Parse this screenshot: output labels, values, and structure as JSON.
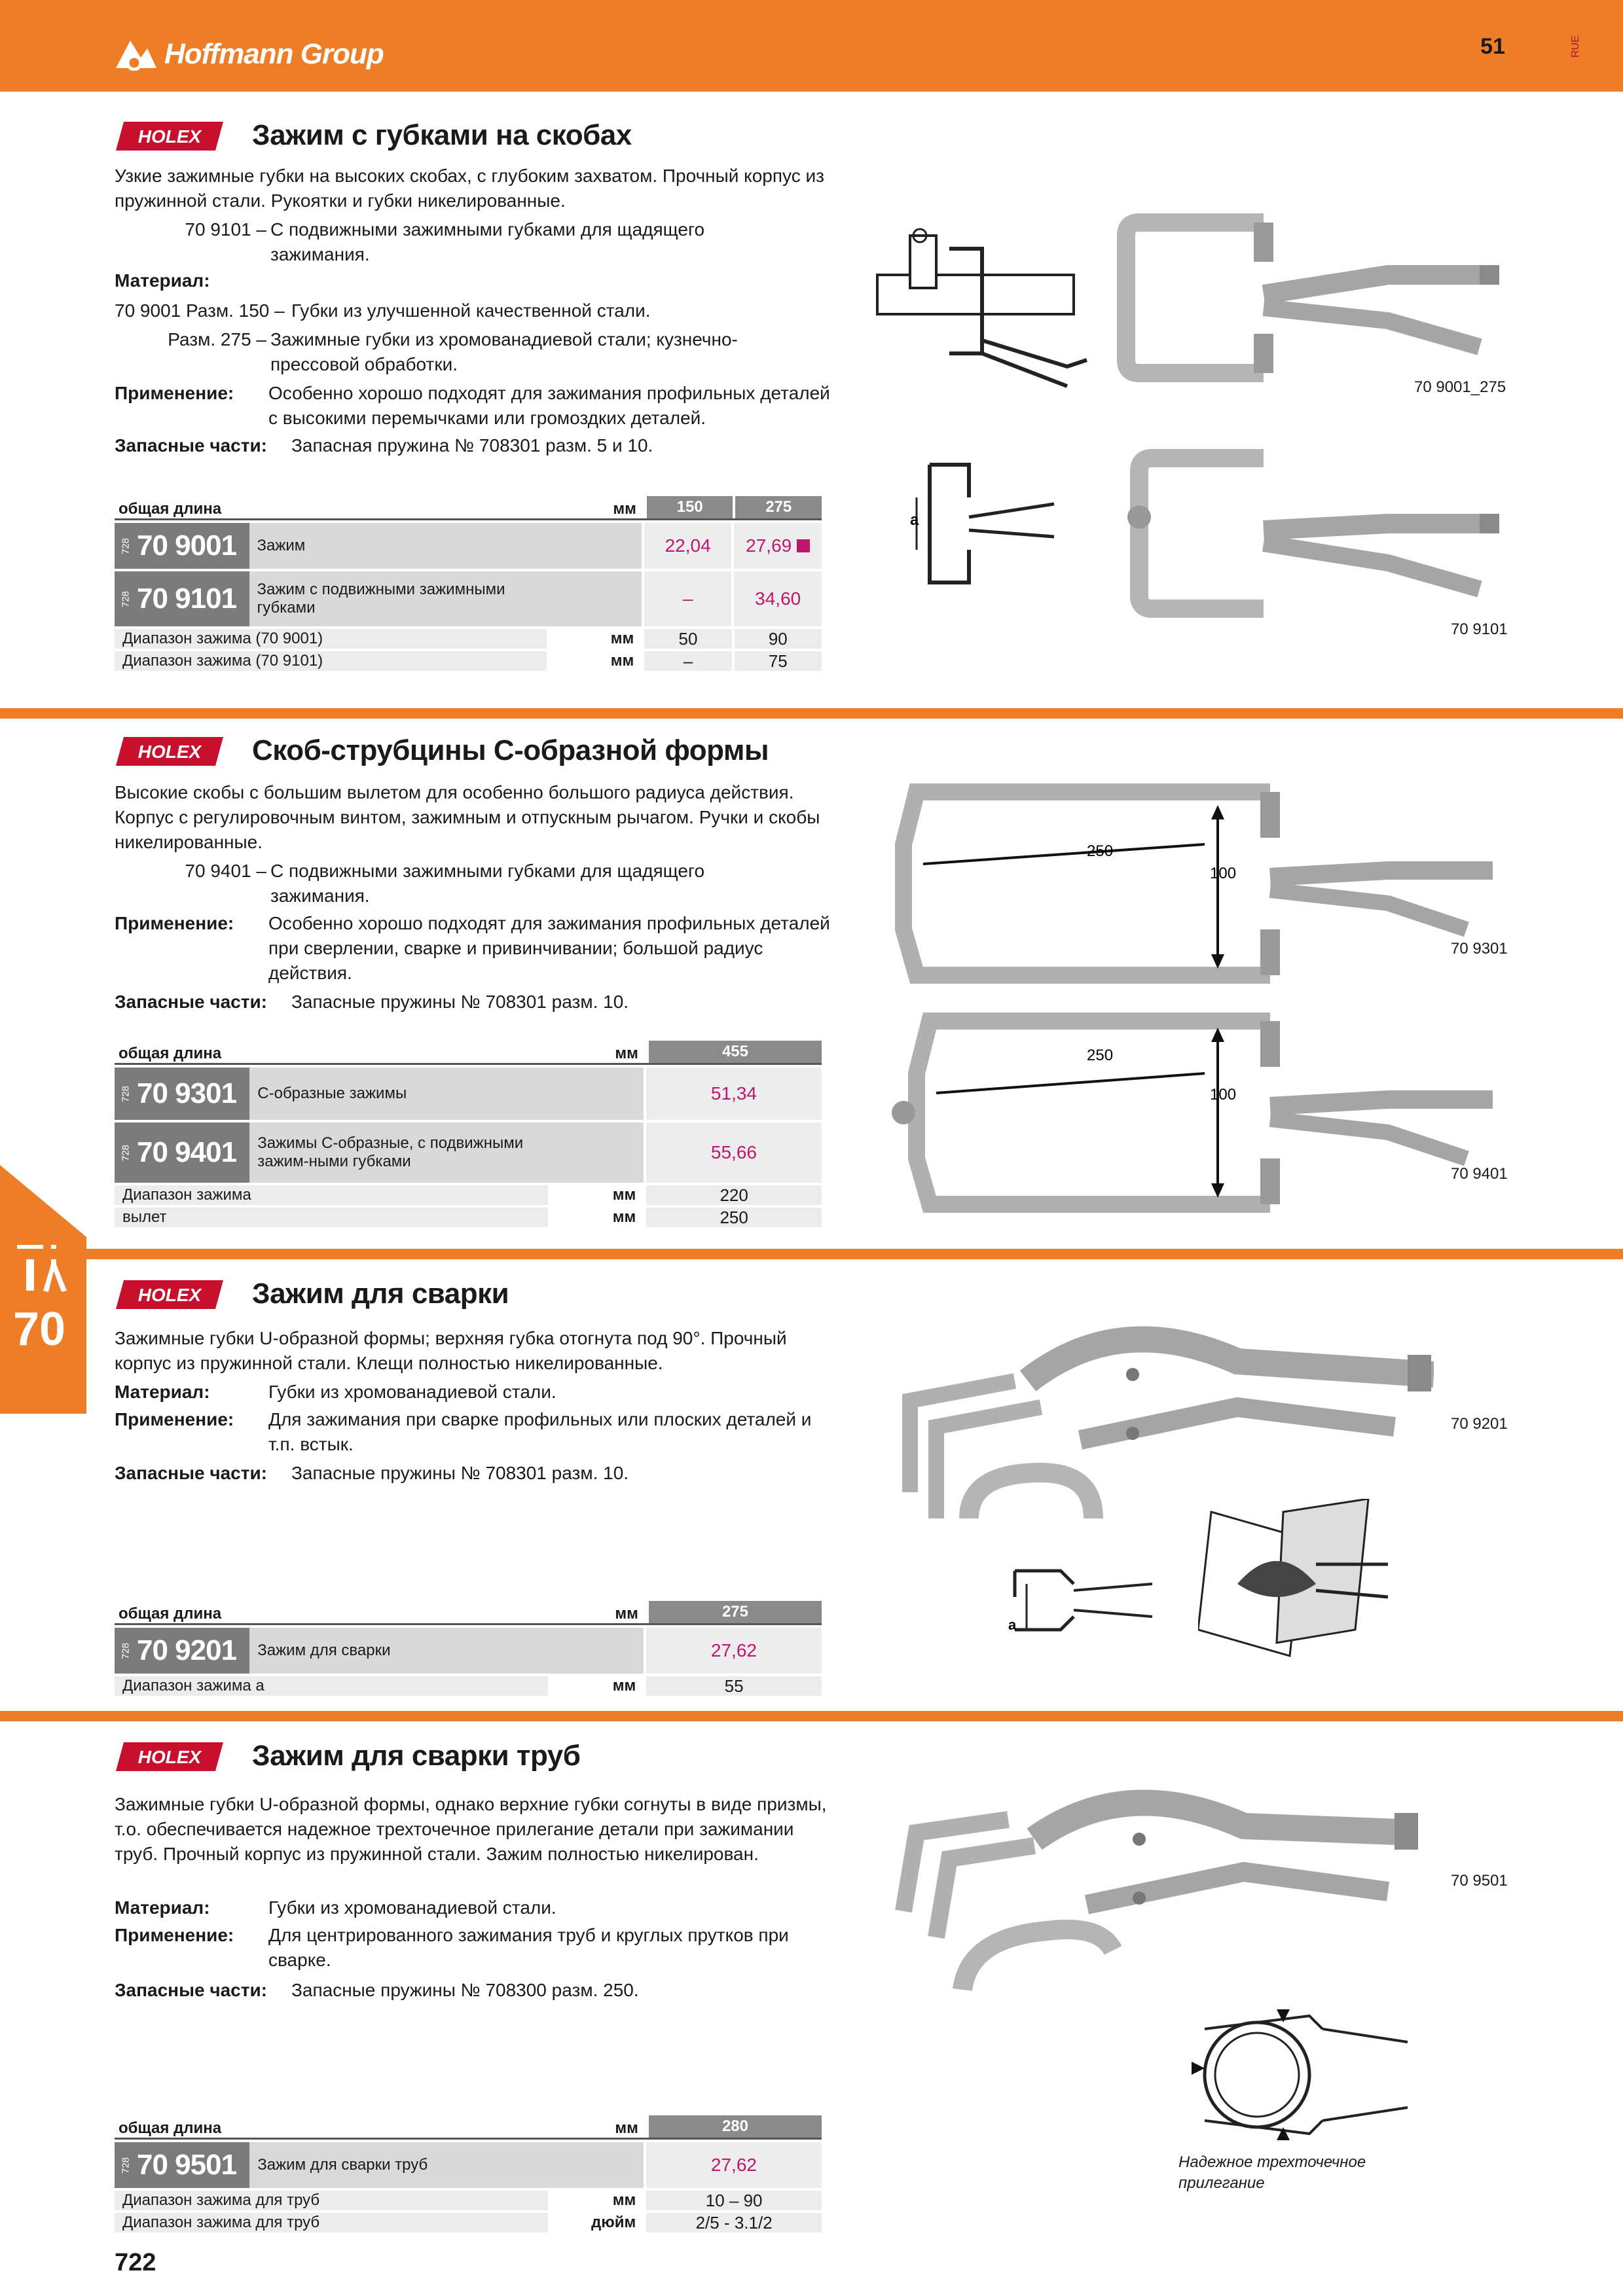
{
  "header": {
    "brand": "Hoffmann Group",
    "page_number": "51",
    "lang_tag": "RUE"
  },
  "side_tab": {
    "number": "70"
  },
  "footer": {
    "page": "722"
  },
  "colors": {
    "accent": "#ee7d28",
    "price": "#c0166e",
    "holex_red": "#c8102e"
  },
  "holex_label": "HOLEX",
  "s1": {
    "title": "Зажим с губками на скобах",
    "desc": "Узкие зажимные губки на высоких скобах, с глубоким захватом. Прочный корпус из пружинной стали. Рукоятки и губки никелированные.",
    "variant_code": "70 9101 –",
    "variant_text": "С подвижными зажимными губками для щадящего зажимания.",
    "material_label": "Материал:",
    "mat1_code": "70 9001 Разм. 150 –",
    "mat1_text": "Губки из улучшенной качественной стали.",
    "mat2_code": "Разм. 275 –",
    "mat2_text": "Зажимные губки из хромованадиевой стали; кузнечно-прессовой обработки.",
    "app_label": "Применение:",
    "app_text": "Особенно хорошо подходят для зажимания профильных деталей с высокими перемычками или громоздких деталей.",
    "spare_label": "Запасные части:",
    "spare_text": "Запасная пружина № 708301 разм. 5 и 10.",
    "table": {
      "head": "общая длина",
      "unit": "мм",
      "sizes": [
        "150",
        "275"
      ],
      "products": [
        {
          "prefix": "728",
          "num": "70 9001",
          "desc": "Зажим",
          "p1": "22,04",
          "p2": "27,69"
        },
        {
          "prefix": "728",
          "num": "70 9101",
          "desc": "Зажим с подвижными зажимными губками",
          "p1": "–",
          "p2": "34,60"
        }
      ],
      "specs": [
        {
          "name": "Диапазон зажима (70 9001)",
          "unit": "мм",
          "v1": "50",
          "v2": "90"
        },
        {
          "name": "Диапазон зажима (70 9101)",
          "unit": "мм",
          "v1": "–",
          "v2": "75"
        }
      ]
    },
    "fig_labels": [
      "70 9001_275",
      "70 9101",
      "a"
    ]
  },
  "s2": {
    "title": "Скоб-струбцины С-образной формы",
    "desc": "Высокие скобы с большим вылетом для особенно большого радиуса действия. Корпус с регулировочным винтом, зажимным и отпускным рычагом. Ручки и скобы никелированные.",
    "variant_code": "70 9401 –",
    "variant_text": "С подвижными зажимными губками для щадящего зажимания.",
    "app_label": "Применение:",
    "app_text": "Особенно хорошо подходят для зажимания профильных деталей при сверлении, сварке и привинчивании; большой радиус действия.",
    "spare_label": "Запасные части:",
    "spare_text": "Запасные пружины № 708301 разм. 10.",
    "table": {
      "head": "общая длина",
      "unit": "мм",
      "sizes": [
        "455"
      ],
      "products": [
        {
          "prefix": "728",
          "num": "70 9301",
          "desc": "С-образные зажимы",
          "p1": "51,34"
        },
        {
          "prefix": "728",
          "num": "70 9401",
          "desc": "Зажимы С-образные, с подвижными зажим-ными губками",
          "p1": "55,66"
        }
      ],
      "specs": [
        {
          "name": "Диапазон зажима",
          "unit": "мм",
          "v1": "220"
        },
        {
          "name": "вылет",
          "unit": "мм",
          "v1": "250"
        }
      ]
    },
    "fig_labels": [
      "70 9301",
      "70 9401",
      "250",
      "100"
    ]
  },
  "s3": {
    "title": "Зажим для сварки",
    "desc": "Зажимные губки U-образной формы; верхняя губка отогнута под 90°. Прочный корпус из пружинной стали. Клещи полностью никелированные.",
    "material_label": "Материал:",
    "mat_text": "Губки из хромованадиевой стали.",
    "app_label": "Применение:",
    "app_text": "Для зажимания при сварке профильных или плоских деталей и т.п. встык.",
    "spare_label": "Запасные части:",
    "spare_text": "Запасные пружины № 708301 разм. 10.",
    "table": {
      "head": "общая длина",
      "unit": "мм",
      "sizes": [
        "275"
      ],
      "products": [
        {
          "prefix": "728",
          "num": "70 9201",
          "desc": "Зажим для сварки",
          "p1": "27,62"
        }
      ],
      "specs": [
        {
          "name": "Диапазон зажима а",
          "unit": "мм",
          "v1": "55"
        }
      ]
    },
    "fig_labels": [
      "70 9201",
      "a"
    ]
  },
  "s4": {
    "title": "Зажим для сварки труб",
    "desc": "Зажимные губки U-образной формы, однако верхние губки согнуты в виде призмы, т.о. обеспечивается надежное трехточечное прилегание детали при зажимании труб. Прочный корпус из пружинной стали. Зажим полностью никелирован.",
    "material_label": "Материал:",
    "mat_text": "Губки из хромованадиевой стали.",
    "app_label": "Применение:",
    "app_text": "Для центрированного зажимания труб и круглых прутков при сварке.",
    "spare_label": "Запасные части:",
    "spare_text": "Запасные пружины № 708300 разм. 250.",
    "table": {
      "head": "общая длина",
      "unit": "мм",
      "sizes": [
        "280"
      ],
      "products": [
        {
          "prefix": "728",
          "num": "70 9501",
          "desc": "Зажим для сварки труб",
          "p1": "27,62"
        }
      ],
      "specs": [
        {
          "name": "Диапазон зажима для труб",
          "unit": "мм",
          "v1": "10 – 90"
        },
        {
          "name": "Диапазон зажима для труб",
          "unit": "дюйм",
          "v1": "2/5 - 3.1/2"
        }
      ]
    },
    "fig_labels": [
      "70 9501"
    ],
    "fig_note": "Надежное трехточечное прилегание"
  }
}
